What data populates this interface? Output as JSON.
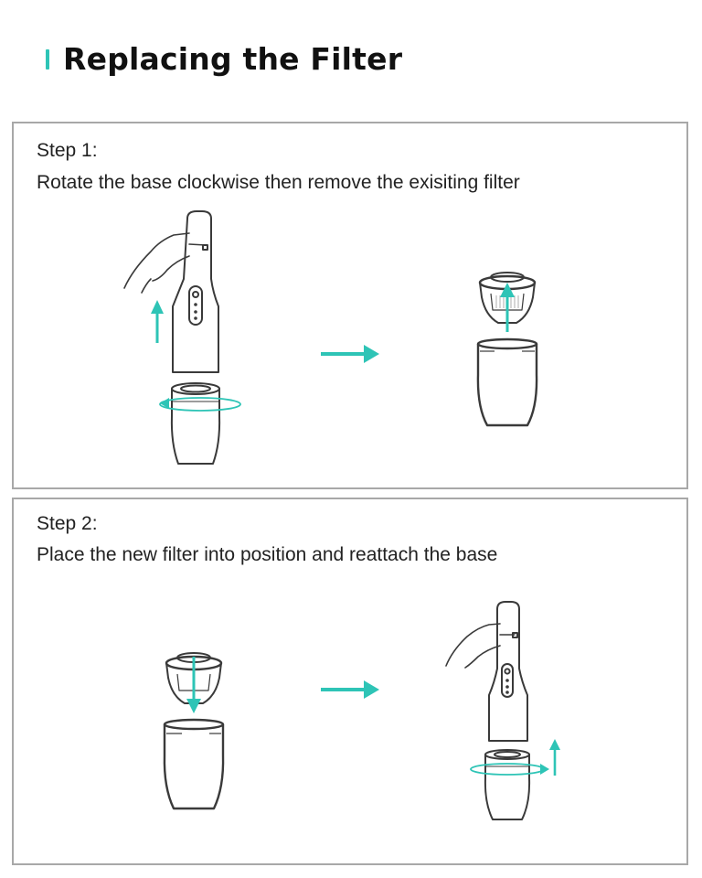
{
  "page": {
    "title": "Replacing the Filter",
    "accent_color": "#2ec4b6",
    "border_color": "#a8a8a8"
  },
  "steps": [
    {
      "label": "Step 1:",
      "description": "Rotate the base clockwise then remove the exisiting filter",
      "illustrations": [
        "vacuum-lift-and-rotate-base",
        "arrow-right",
        "filter-removed-from-base"
      ]
    },
    {
      "label": "Step 2:",
      "description": "Place the new filter into position and reattach the base",
      "illustrations": [
        "filter-inserted-into-base",
        "arrow-right",
        "vacuum-reattach-and-rotate-base"
      ]
    }
  ]
}
